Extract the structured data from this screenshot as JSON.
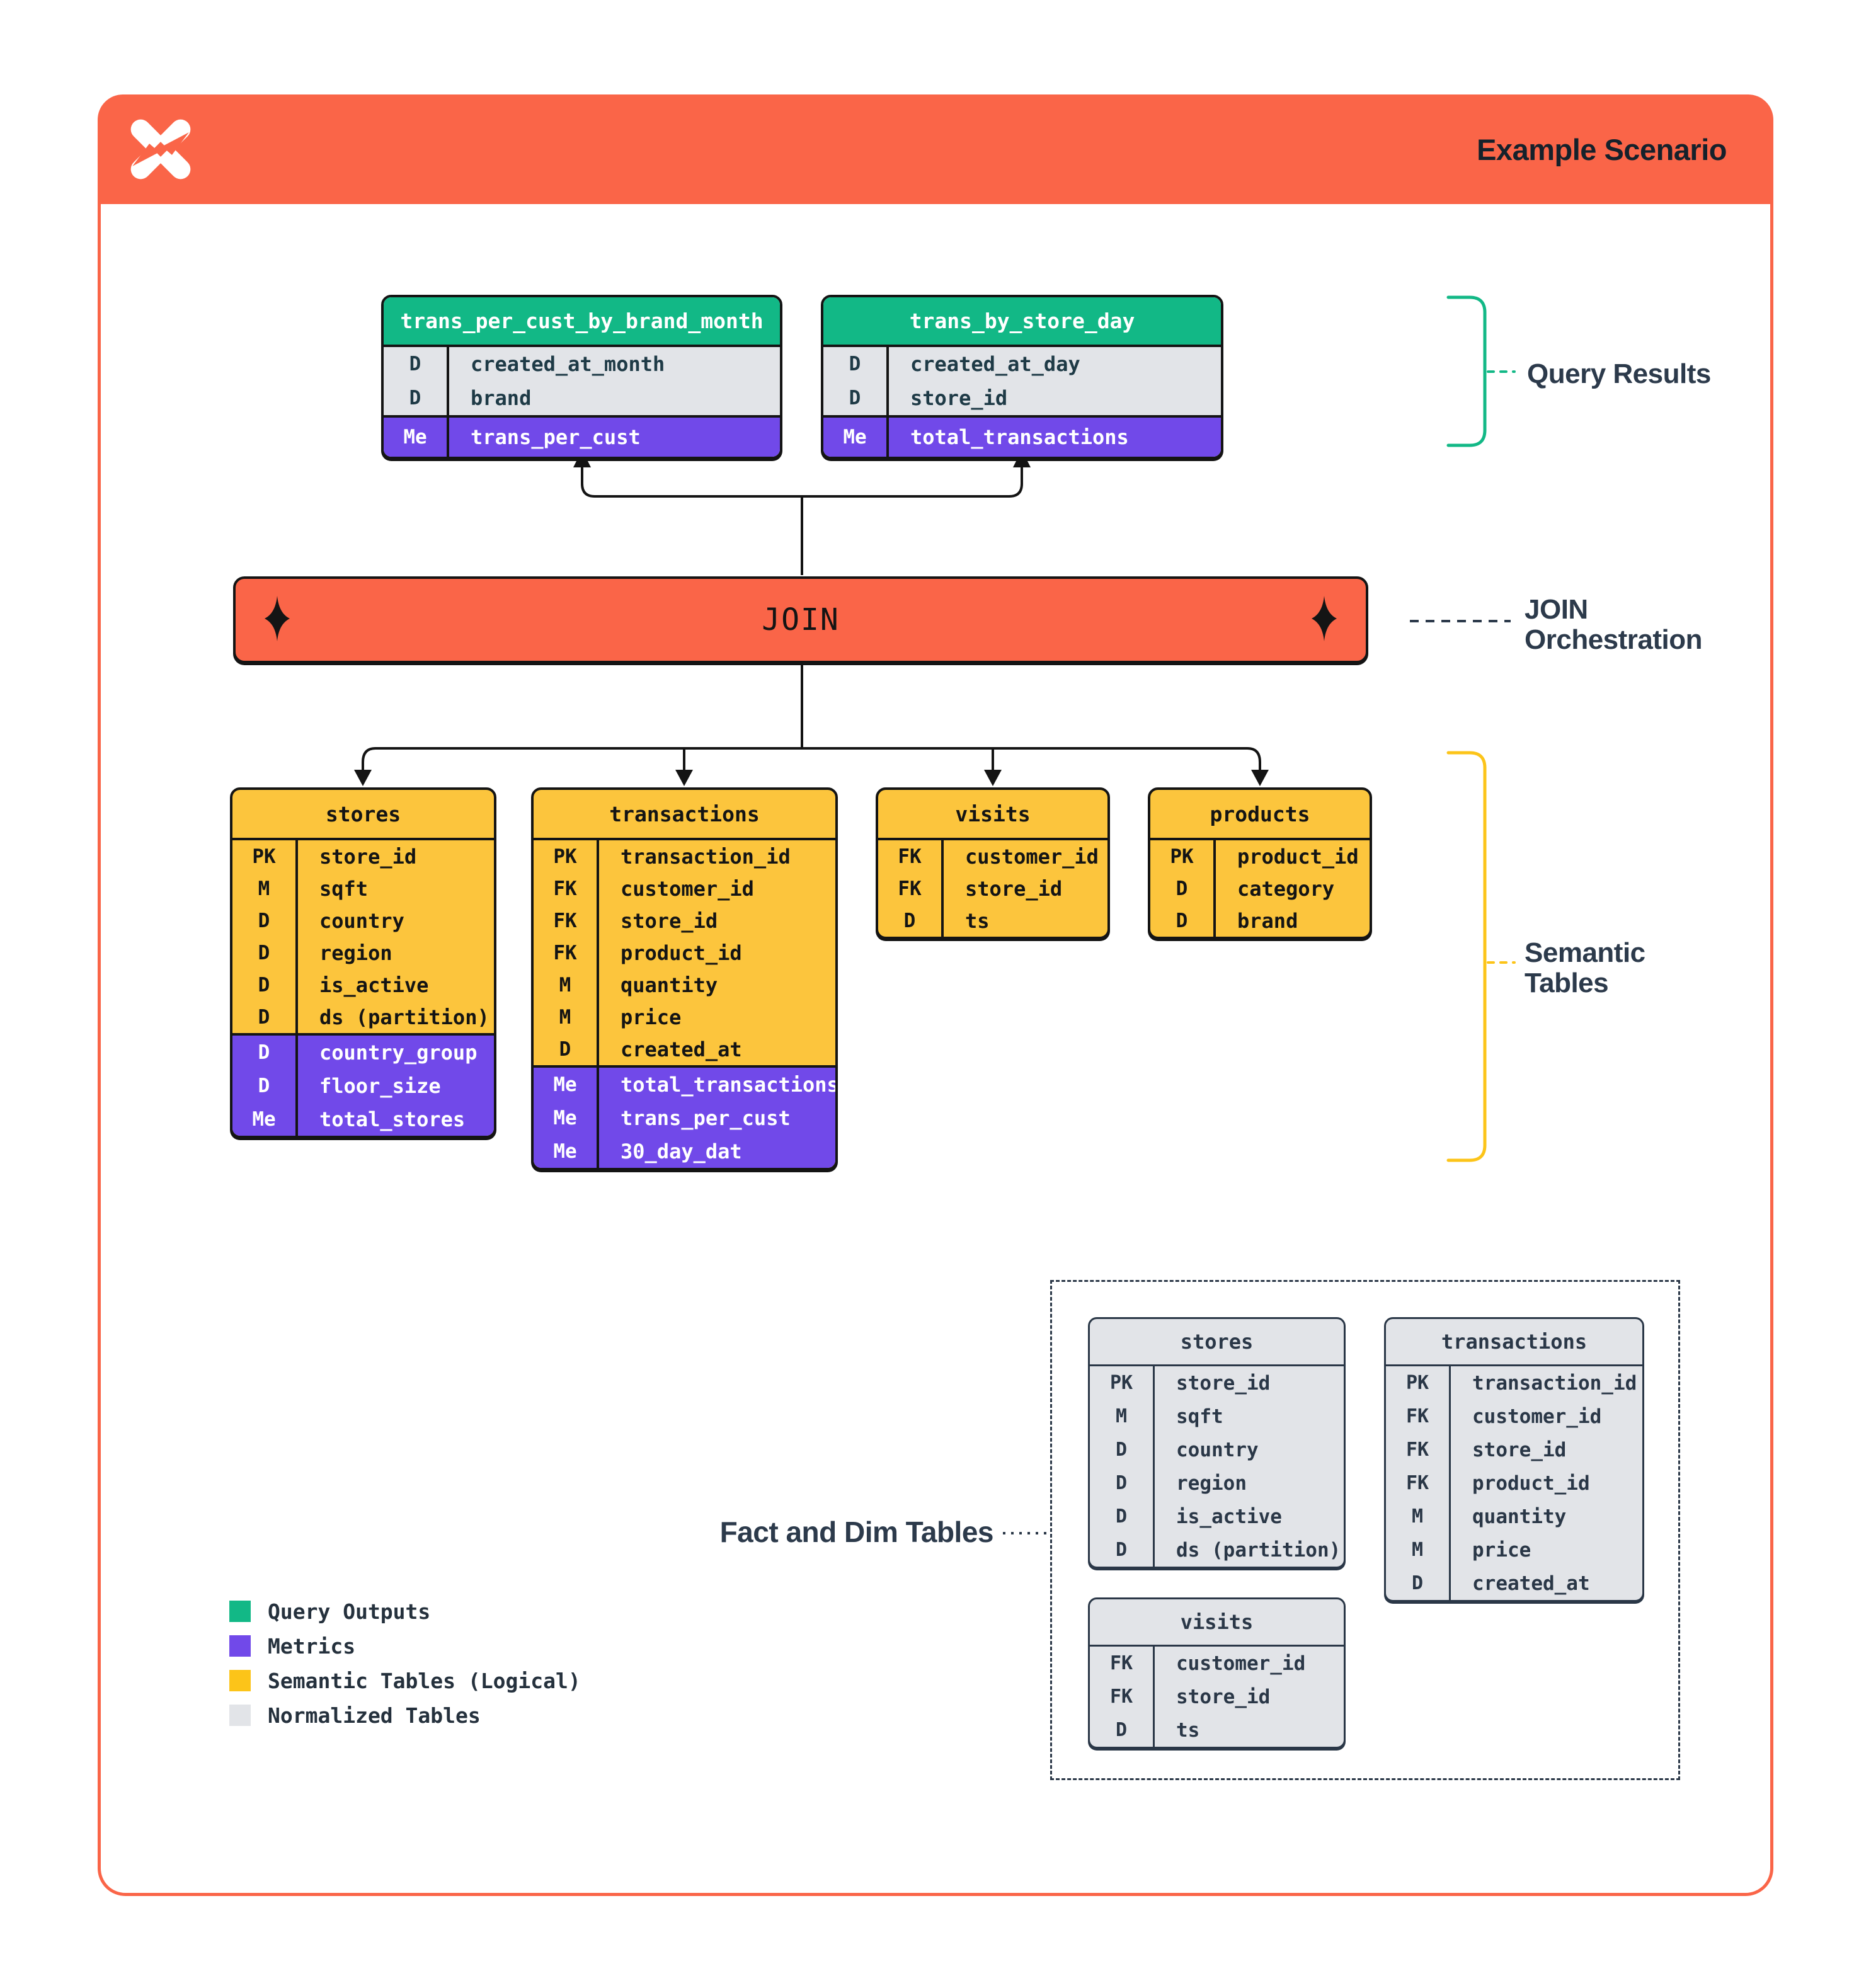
{
  "palette": {
    "orange": "#FA6548",
    "green": "#12B886",
    "purple": "#7149E9",
    "yellow": "#FCC53D",
    "normalized_gray": "#E2E4E8",
    "navy": "#2A3747",
    "black": "#141414"
  },
  "header": {
    "title": "Example Scenario"
  },
  "join": {
    "label": "JOIN"
  },
  "annotations": {
    "query_results": "Query Results",
    "join_orchestration_line1": "JOIN",
    "join_orchestration_line2": "Orchestration",
    "semantic_tables_line1": "Semantic",
    "semantic_tables_line2": "Tables",
    "fact_dim": "Fact and Dim Tables"
  },
  "query_tables": [
    {
      "name": "trans_per_cust_by_brand_month",
      "rows": [
        [
          "D",
          "created_at_month"
        ],
        [
          "D",
          "brand"
        ]
      ],
      "metric_rows": [
        [
          "Me",
          "trans_per_cust"
        ]
      ]
    },
    {
      "name": "trans_by_store_day",
      "rows": [
        [
          "D",
          "created_at_day"
        ],
        [
          "D",
          "store_id"
        ]
      ],
      "metric_rows": [
        [
          "Me",
          "total_transactions"
        ]
      ]
    }
  ],
  "semantic_tables": [
    {
      "name": "stores",
      "rows": [
        [
          "PK",
          "store_id"
        ],
        [
          "M",
          "sqft"
        ],
        [
          "D",
          "country"
        ],
        [
          "D",
          "region"
        ],
        [
          "D",
          "is_active"
        ],
        [
          "D",
          "ds (partition)"
        ]
      ],
      "metric_rows": [
        [
          "D",
          "country_group"
        ],
        [
          "D",
          "floor_size"
        ],
        [
          "Me",
          "total_stores"
        ]
      ]
    },
    {
      "name": "transactions",
      "rows": [
        [
          "PK",
          "transaction_id"
        ],
        [
          "FK",
          "customer_id"
        ],
        [
          "FK",
          "store_id"
        ],
        [
          "FK",
          "product_id"
        ],
        [
          "M",
          "quantity"
        ],
        [
          "M",
          "price"
        ],
        [
          "D",
          "created_at"
        ]
      ],
      "metric_rows": [
        [
          "Me",
          "total_transactions"
        ],
        [
          "Me",
          "trans_per_cust"
        ],
        [
          "Me",
          "30_day_dat"
        ]
      ]
    },
    {
      "name": "visits",
      "rows": [
        [
          "FK",
          "customer_id"
        ],
        [
          "FK",
          "store_id"
        ],
        [
          "D",
          "ts"
        ]
      ],
      "metric_rows": []
    },
    {
      "name": "products",
      "rows": [
        [
          "PK",
          "product_id"
        ],
        [
          "D",
          "category"
        ],
        [
          "D",
          "brand"
        ]
      ],
      "metric_rows": []
    }
  ],
  "normalized_tables": [
    {
      "name": "stores",
      "rows": [
        [
          "PK",
          "store_id"
        ],
        [
          "M",
          "sqft"
        ],
        [
          "D",
          "country"
        ],
        [
          "D",
          "region"
        ],
        [
          "D",
          "is_active"
        ],
        [
          "D",
          "ds (partition)"
        ]
      ],
      "metric_rows": []
    },
    {
      "name": "transactions",
      "rows": [
        [
          "PK",
          "transaction_id"
        ],
        [
          "FK",
          "customer_id"
        ],
        [
          "FK",
          "store_id"
        ],
        [
          "FK",
          "product_id"
        ],
        [
          "M",
          "quantity"
        ],
        [
          "M",
          "price"
        ],
        [
          "D",
          "created_at"
        ]
      ],
      "metric_rows": []
    },
    {
      "name": "visits",
      "rows": [
        [
          "FK",
          "customer_id"
        ],
        [
          "FK",
          "store_id"
        ],
        [
          "D",
          "ts"
        ]
      ],
      "metric_rows": []
    }
  ],
  "legend": [
    {
      "color": "#12B886",
      "label": "Query Outputs"
    },
    {
      "color": "#7149E9",
      "label": "Metrics"
    },
    {
      "color": "#FCC419",
      "label": "Semantic Tables (Logical)"
    },
    {
      "color": "#E2E4E8",
      "label": "Normalized Tables"
    }
  ]
}
